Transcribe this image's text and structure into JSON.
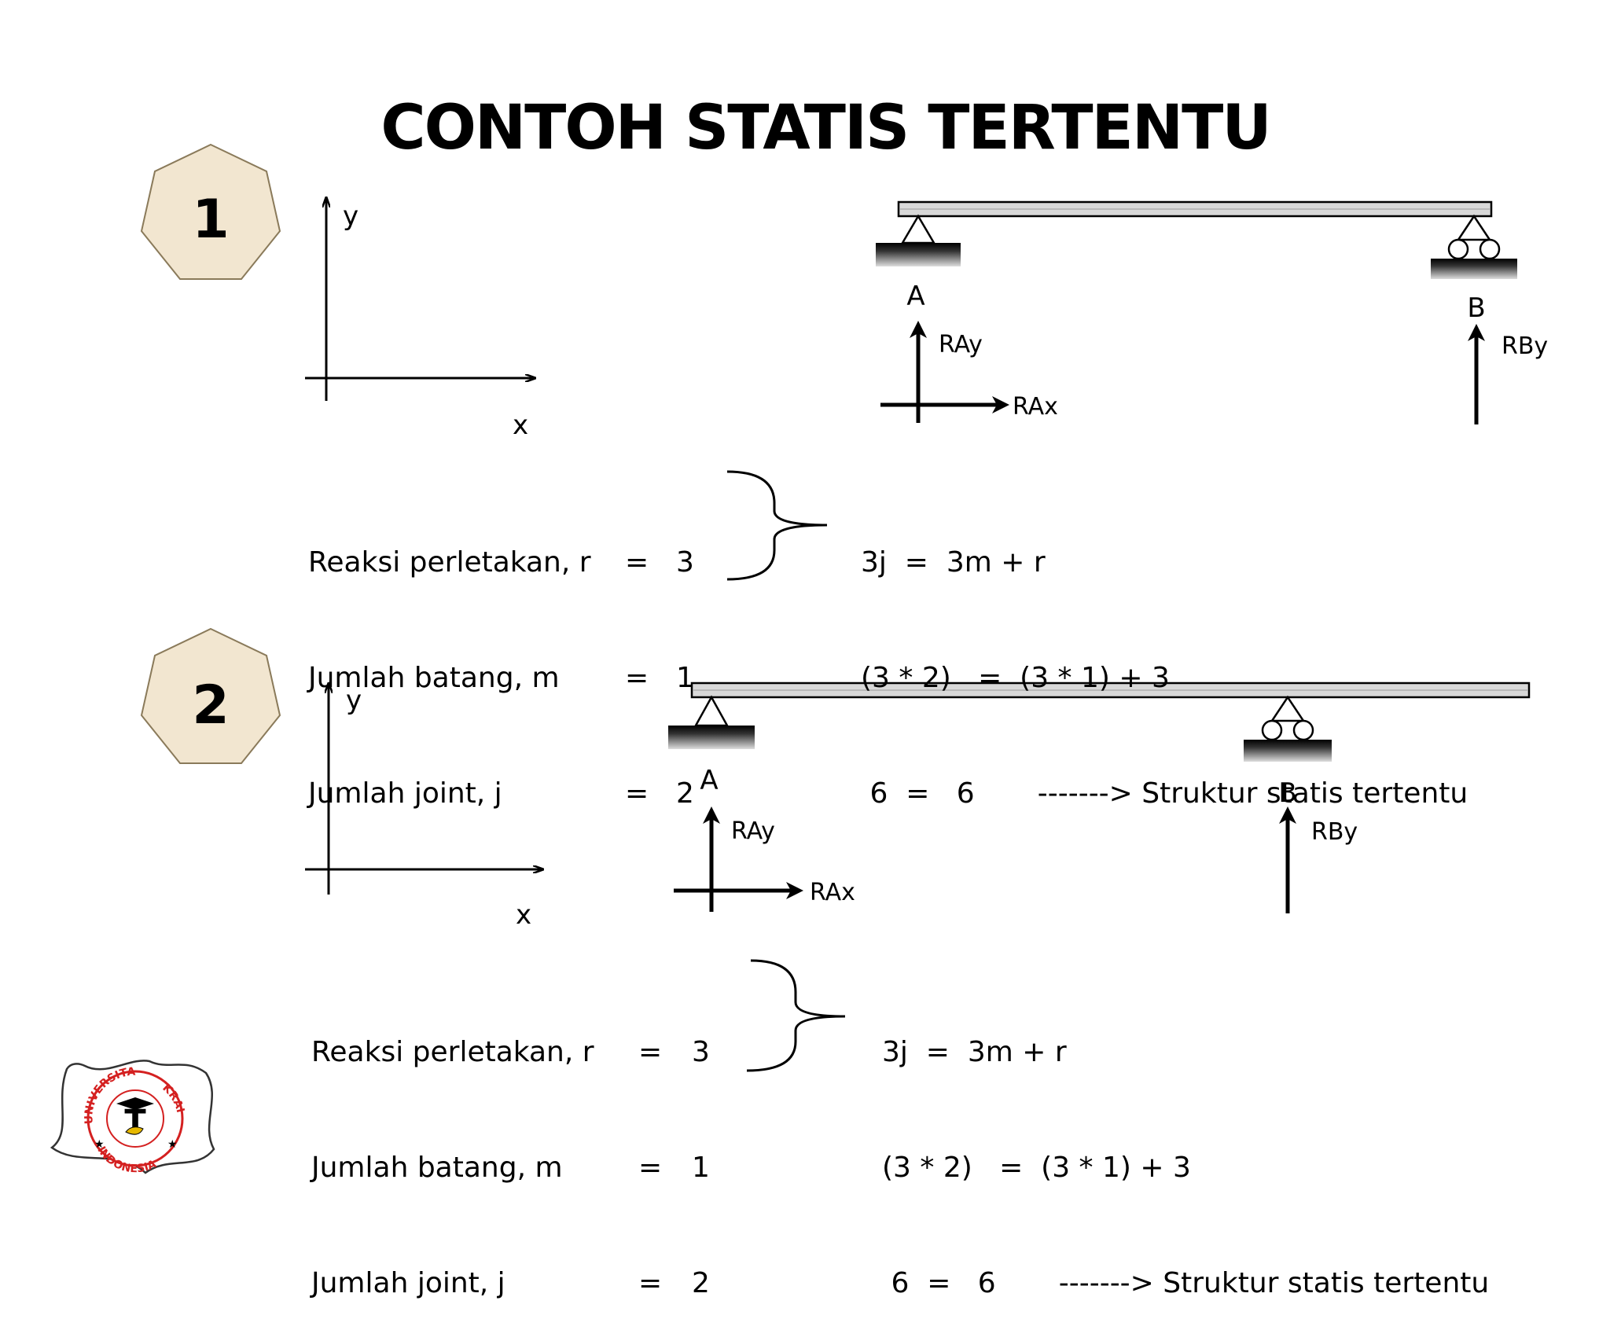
{
  "title": "CONTOH STATIS TERTENTU",
  "examples": [
    {
      "number": "1",
      "axis_x": "x",
      "axis_y": "y",
      "support_a": "A",
      "support_b": "B",
      "ray": "RAy",
      "rax": "RAx",
      "rby": "RBy",
      "rows": [
        {
          "label": "Reaksi perletakan, r",
          "eq": "=",
          "value": "3"
        },
        {
          "label": "Jumlah batang, m",
          "eq": "=",
          "value": "1"
        },
        {
          "label": "Jumlah joint, j",
          "eq": "=",
          "value": "2"
        }
      ],
      "equations": [
        "3j  =  3m + r",
        "(3 * 2)   =  (3 * 1) + 3",
        " 6  =   6       -------> Struktur statis tertentu"
      ]
    },
    {
      "number": "2",
      "axis_x": "x",
      "axis_y": "y",
      "support_a": "A",
      "support_b": "B",
      "ray": "RAy",
      "rax": "RAx",
      "rby": "RBy",
      "rows": [
        {
          "label": "Reaksi perletakan, r",
          "eq": "=",
          "value": "3"
        },
        {
          "label": "Jumlah batang, m",
          "eq": "=",
          "value": "1"
        },
        {
          "label": "Jumlah joint, j",
          "eq": "=",
          "value": "2"
        }
      ],
      "equations": [
        "3j  =  3m + r",
        "(3 * 2)   =  (3 * 1) + 3",
        " 6  =   6       -------> Struktur statis tertentu"
      ]
    }
  ],
  "logo": {
    "ring_top": "UNIVERSITA",
    "ring_right": "KRAI",
    "ring_bottom": "INDONESIA",
    "letter": "T"
  },
  "colors": {
    "badge_fill": "#f2e6d0",
    "badge_stroke": "#8a7a5a",
    "beam_fill": "#d8d8d8",
    "logo_red": "#d42020",
    "logo_gold": "#e6b800"
  }
}
